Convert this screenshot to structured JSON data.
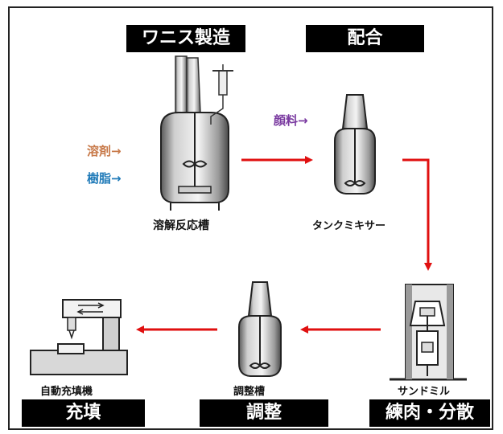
{
  "stages": {
    "varnish": "ワニス製造",
    "blend": "配合",
    "fill": "充填",
    "adjust": "調整",
    "knead": "練肉・分散"
  },
  "equipment": {
    "reactor": "溶解反応槽",
    "tank_mixer": "タンクミキサー",
    "sand_mill": "サンドミル",
    "adjust_tank": "調整槽",
    "filler": "自動充填機"
  },
  "inputs": {
    "solvent": "溶剤→",
    "resin": "樹脂→",
    "pigment": "顔料→"
  },
  "colors": {
    "arrow": "#e01010",
    "solvent": "#c87a4a",
    "resin": "#1f7ab8",
    "pigment": "#7a3aa0",
    "vessel_gray": "#8a8a8a"
  }
}
